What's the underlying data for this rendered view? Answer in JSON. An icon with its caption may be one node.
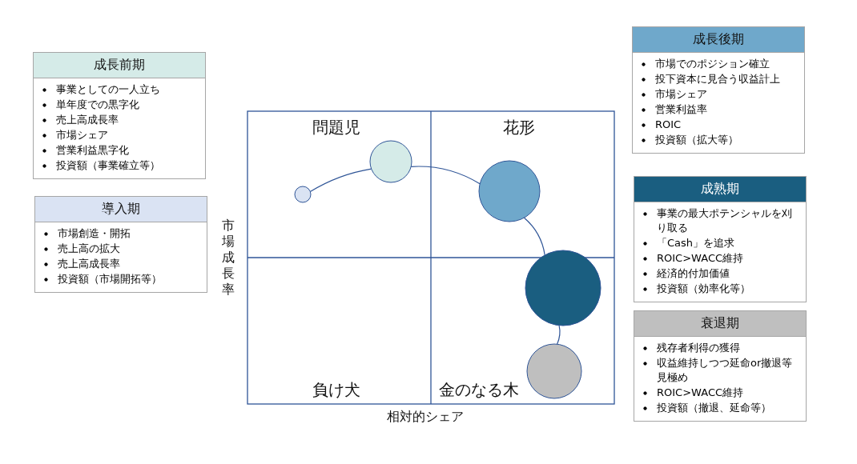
{
  "diagram": {
    "nodes": [
      {
        "text": [
          "成長前期",
          "事業としての一人立ち",
          "単年度での黒字化",
          "売上高成長率",
          "市場シェア",
          "営業利益黒字化",
          "投資額（事業確立等）"
        ]
      },
      {
        "text": [
          "導入期",
          "市場創造・開拓",
          "売上高の拡大",
          "売上高成長率",
          "投資額（市場開拓等）"
        ]
      },
      {
        "text": [
          "成長後期",
          "市場でのポジション確立",
          "投下資本に見合う収益計上",
          "市場シェア",
          "営業利益率",
          "ROIC",
          "投資額（拡大等）"
        ]
      },
      {
        "text": [
          "成熟期",
          "事業の最大ポテンシャルを刈り取る",
          "「Cash」を追求",
          "ROIC>WACC維持",
          "経済的付加価値",
          "投資額（効率化等）"
        ]
      },
      {
        "text": [
          "衰退期",
          "残存者利得の獲得",
          "収益維持しつつ延命or撤退等見極め",
          "ROIC>WACC維持",
          "投資額（撤退、延命等）"
        ]
      },
      {
        "text": [],
        "shape": "circle"
      },
      {
        "text": [],
        "shape": "circle"
      },
      {
        "text": [],
        "shape": "circle"
      },
      {
        "text": [],
        "shape": "circle"
      },
      {
        "text": [],
        "shape": "circle"
      }
    ],
    "edges": [
      {
        "from": 5,
        "to": 6,
        "arrow": "none"
      },
      {
        "from": 6,
        "to": 7,
        "arrow": "none"
      },
      {
        "from": 7,
        "to": 8,
        "arrow": "none"
      },
      {
        "from": 8,
        "to": 9,
        "arrow": "none"
      }
    ],
    "labels": [
      "問題児",
      "花形",
      "市場成長率",
      "負け犬",
      "金のなる木",
      "相対的シェア"
    ]
  }
}
